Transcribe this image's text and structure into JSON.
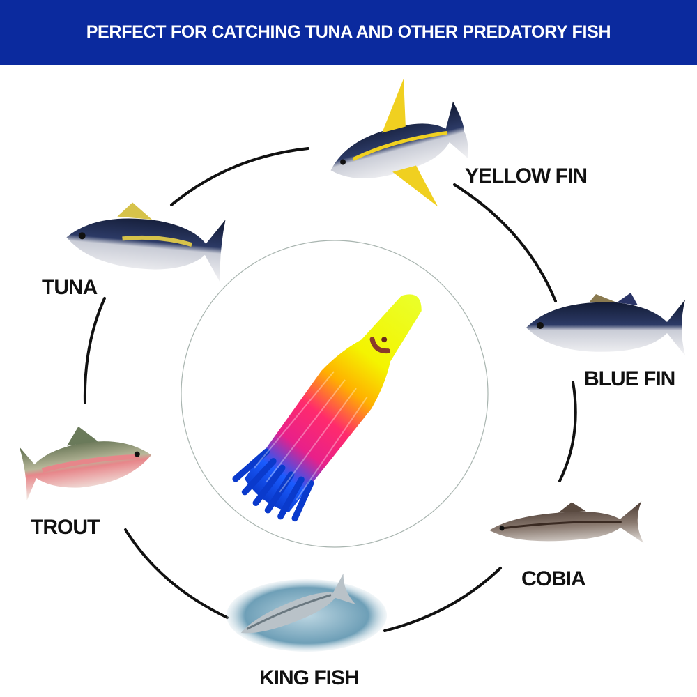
{
  "banner": {
    "title": "PERFECT FOR CATCHING TUNA AND OTHER PREDATORY FISH"
  },
  "fish": {
    "yellow_fin": "YELLOW FIN",
    "tuna": "TUNA",
    "blue_fin": "BLUE FIN",
    "trout": "TROUT",
    "cobia": "COBIA",
    "king_fish": "KING FISH"
  },
  "colors": {
    "banner_bg": "#0b2a9e",
    "banner_text": "#ffffff",
    "label_text": "#111111",
    "ring_line": "#111111",
    "lure_yellow": "#f4f400",
    "lure_pink": "#ff2a6d",
    "lure_blue": "#1a5cff"
  },
  "icons": {
    "center": "squid-lure-icon",
    "fish_set": [
      "yellowfin-tuna-icon",
      "tuna-icon",
      "bluefin-tuna-icon",
      "trout-icon",
      "cobia-icon",
      "kingfish-icon"
    ]
  }
}
